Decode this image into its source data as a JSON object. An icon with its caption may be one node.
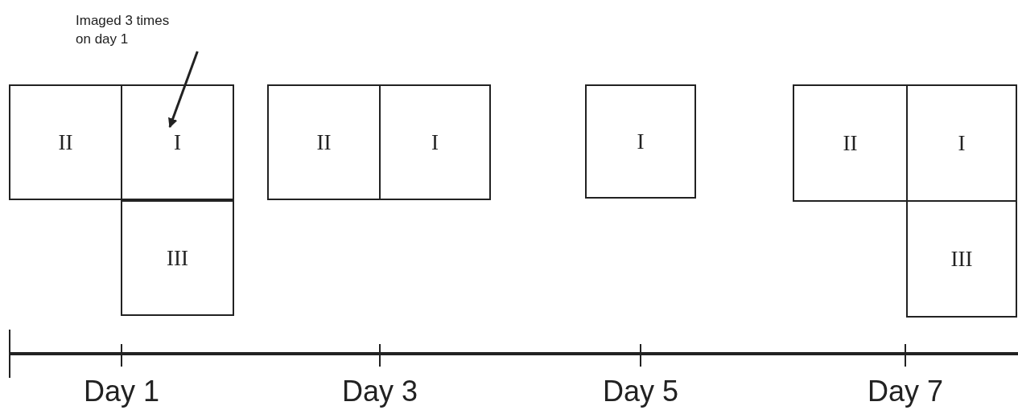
{
  "diagram": {
    "nodes": [
      {
        "text": [
          "Imaged 3 times on day 1"
        ]
      },
      {
        "text": [
          "II"
        ]
      },
      {
        "text": [
          "I"
        ]
      },
      {
        "text": [
          "II"
        ]
      },
      {
        "text": [
          "I"
        ]
      },
      {
        "text": [
          "I"
        ]
      },
      {
        "text": [
          "II"
        ]
      },
      {
        "text": [
          "I"
        ]
      },
      {
        "text": [
          "III"
        ]
      },
      {
        "text": [
          "III"
        ]
      }
    ],
    "edges": [
      {
        "from": 0,
        "to": 2,
        "arrow": "to"
      }
    ],
    "labels": [
      "Day 1",
      "Day 3",
      "Day 5",
      "Day 7"
    ]
  }
}
